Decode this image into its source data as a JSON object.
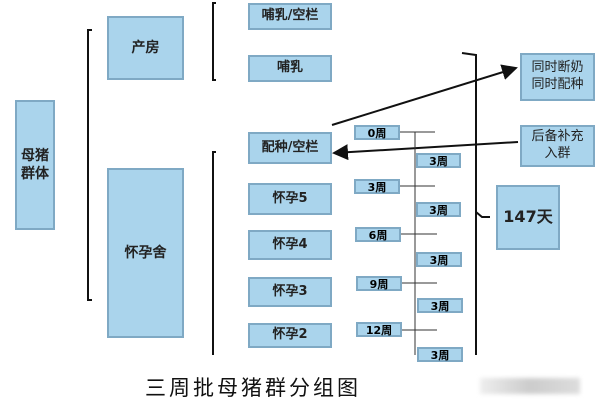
{
  "root": "母猪群体",
  "groups": [
    "产房",
    "怀孕舍"
  ],
  "stalls": [
    "哺乳/空栏",
    "哺乳",
    "配种/空栏",
    "怀孕5",
    "怀孕4",
    "怀孕3",
    "怀孕2"
  ],
  "weeks_left": [
    "0周",
    "3周",
    "6周",
    "9周",
    "12周"
  ],
  "weeks_right": [
    "3周",
    "3周",
    "3周",
    "3周",
    "3周"
  ],
  "notes": {
    "wean": "同时断奶\n同时配种",
    "reserve": "后备补充\n入群",
    "cycle": "147天"
  },
  "title": "三周批母猪群分组图"
}
